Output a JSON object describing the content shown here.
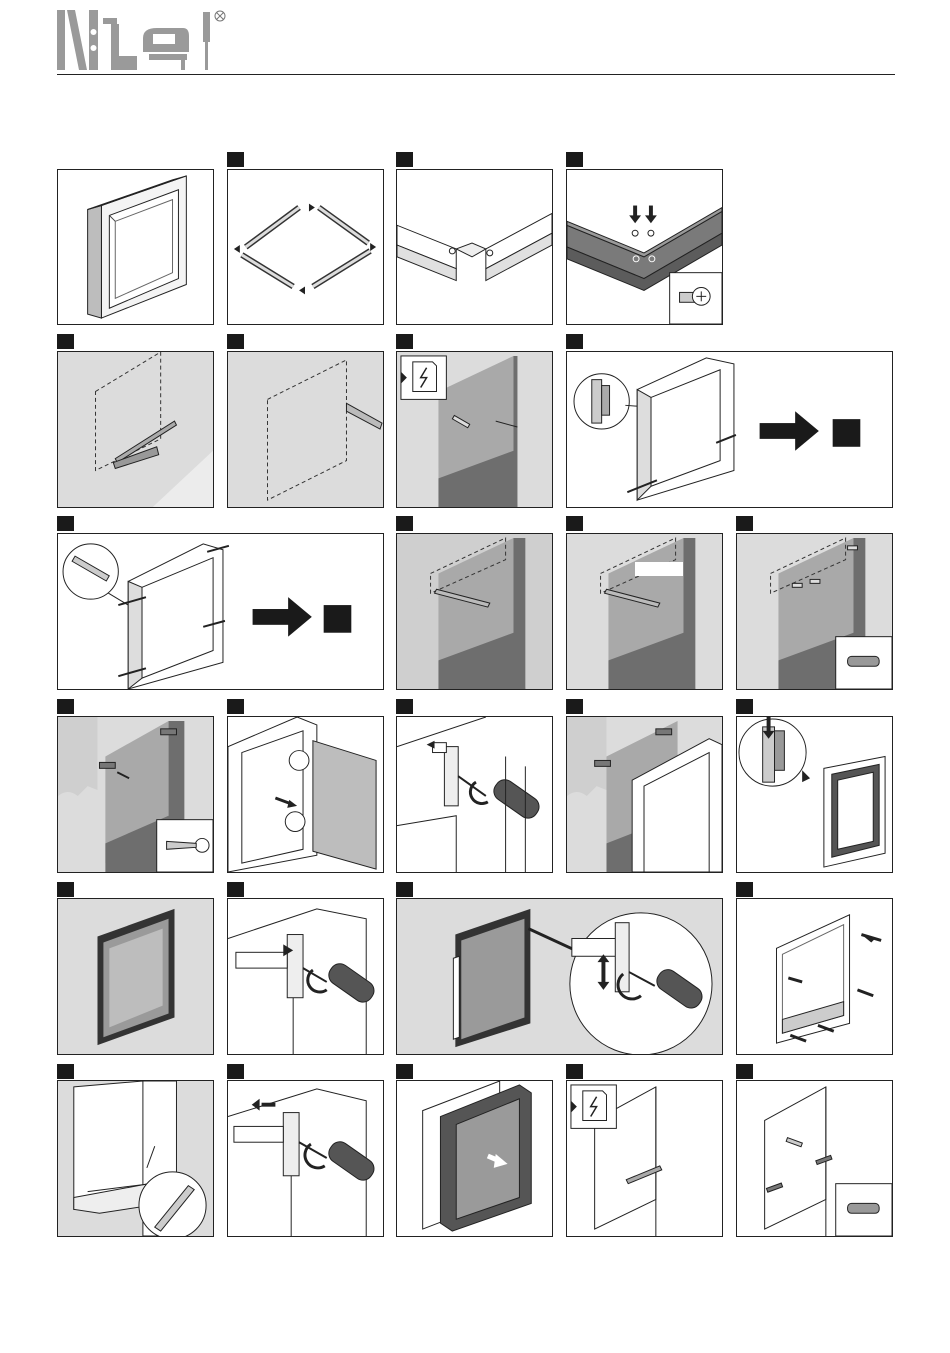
{
  "header": {
    "logo_icons": [
      "level-icon",
      "drill-icon",
      "jigsaw-icon",
      "screwdriver-icon",
      "no-tools-icon"
    ]
  },
  "colors": {
    "panel_grey": "#dcdcdc",
    "wall_dark": "#6e6e6e",
    "line": "#222222",
    "marker": "#1a1a1a"
  },
  "steps": [
    {
      "id": "overview",
      "icons": [
        "mirror-cabinet-icon"
      ]
    },
    {
      "id": "frame-parts",
      "icons": [
        "frame-rails-icon"
      ]
    },
    {
      "id": "frame-corner",
      "icons": [
        "corner-joint-icon"
      ]
    },
    {
      "id": "frame-screws",
      "icons": [
        "screw-down-arrows-icon",
        "screw-detail-icon"
      ]
    },
    {
      "id": "mark-wall",
      "icons": [
        "spirit-level-icon"
      ]
    },
    {
      "id": "mark-outline",
      "icons": [
        "saw-icon"
      ]
    },
    {
      "id": "electrical-cutout",
      "icons": [
        "electric-warning-icon"
      ]
    },
    {
      "id": "hanger-detail",
      "icons": [
        "hanger-detail-icon",
        "go-to-step-arrow-icon"
      ]
    },
    {
      "id": "pin-detail",
      "icons": [
        "pin-detail-icon",
        "go-to-step-arrow-icon"
      ]
    },
    {
      "id": "level-frame",
      "icons": [
        "spirit-level-icon"
      ]
    },
    {
      "id": "level-label",
      "icons": [
        "spirit-level-icon"
      ]
    },
    {
      "id": "wall-plugs",
      "icons": [
        "wall-plug-icon"
      ]
    },
    {
      "id": "wall-screws",
      "icons": [
        "wood-screw-icon"
      ]
    },
    {
      "id": "attach-door",
      "icons": [
        "door-panel-icon"
      ]
    },
    {
      "id": "tighten-hinge",
      "icons": [
        "screwdriver-icon"
      ]
    },
    {
      "id": "mount-body",
      "icons": [
        "cabinet-body-icon"
      ]
    },
    {
      "id": "hook-detail",
      "icons": [
        "hook-detail-icon"
      ]
    },
    {
      "id": "cabinet-in-wall",
      "icons": [
        "recessed-cabinet-icon"
      ]
    },
    {
      "id": "adjust-hinge",
      "icons": [
        "screwdriver-icon"
      ]
    },
    {
      "id": "adjust-height",
      "icons": [
        "adjust-arrows-icon",
        "screwdriver-icon"
      ]
    },
    {
      "id": "push-panels",
      "icons": [
        "push-arrows-icon"
      ]
    },
    {
      "id": "shelf-support",
      "icons": [
        "shelf-support-icon"
      ]
    },
    {
      "id": "final-hinge",
      "icons": [
        "screwdriver-icon"
      ]
    },
    {
      "id": "remove-body",
      "icons": [
        "cabinet-body-icon"
      ]
    },
    {
      "id": "electrical-check",
      "icons": [
        "electric-warning-icon"
      ]
    },
    {
      "id": "final-plugs",
      "icons": [
        "wall-plug-icon"
      ]
    }
  ]
}
